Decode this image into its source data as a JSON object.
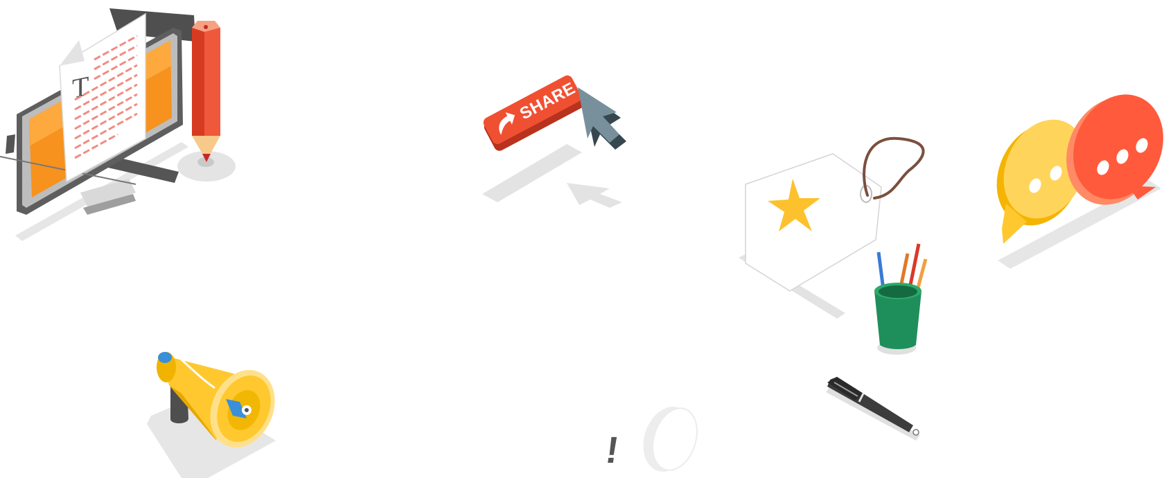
{
  "share_button": {
    "label": "SHARE",
    "color": "#f05032",
    "arrow_icon": "curved-share-arrow-icon"
  },
  "document": {
    "heading_glyph": "T",
    "line_color": "#f28b82"
  },
  "alert": {
    "symbol": "!"
  },
  "colors": {
    "monitor_screen": "#f7921e",
    "pencil": "#e8452c",
    "megaphone": "#ffc82e",
    "chat_left": "#ffc82e",
    "chat_right": "#ff5a3c",
    "star": "#fdc12d",
    "pencil_cup": "#1e8f5a",
    "shadow": "#e5e5e5"
  },
  "objects": [
    "computer-monitor",
    "document-sheet",
    "red-pencil",
    "share-button",
    "mouse-cursor",
    "megaphone",
    "alert-sign",
    "price-tag-with-star",
    "pencil-cup",
    "fountain-pen",
    "chat-bubbles"
  ]
}
